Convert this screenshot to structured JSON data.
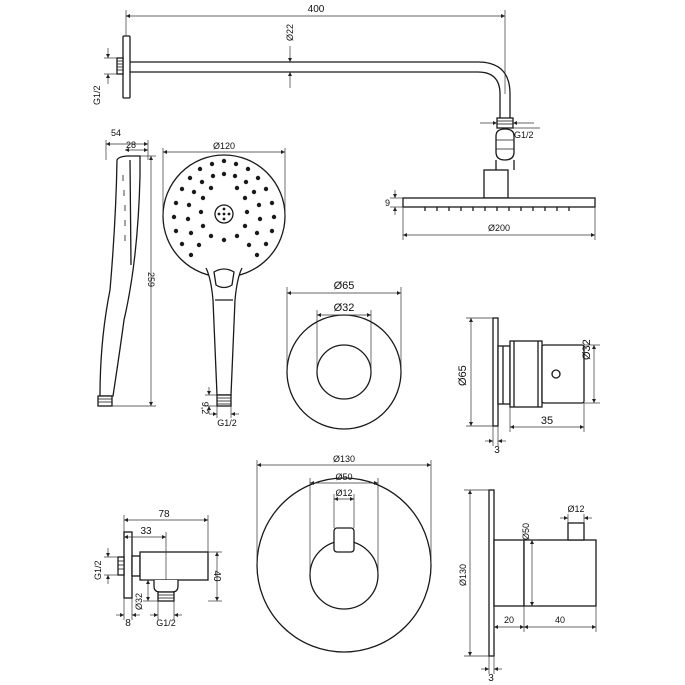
{
  "overhead_shower": {
    "arm_length": "400",
    "arm_diameter": "Ø22",
    "wall_thread": "G1/2",
    "head_thread": "G1/2",
    "head_thickness": "9",
    "head_diameter": "Ø200"
  },
  "hand_shower": {
    "body_depth": "54",
    "handle_depth": "28",
    "length": "259",
    "head_diameter": "Ø120",
    "thread_length": "9,2",
    "thread": "G1/2"
  },
  "escutcheon_small": {
    "outer_diameter": "Ø65",
    "inner_diameter": "Ø32"
  },
  "diverter_side": {
    "plate_diameter": "Ø65",
    "body_diameter": "Ø32",
    "body_length": "35",
    "plate_thickness": "3"
  },
  "wall_outlet": {
    "total_depth": "78",
    "offset": "33",
    "thread_top": "G1/2",
    "height": "40",
    "outlet_diameter": "Ø32",
    "plate_thickness": "8",
    "thread_bottom": "G1/2"
  },
  "mixer_front": {
    "plate_diameter": "Ø130",
    "body_diameter": "Ø50",
    "lever_diameter": "Ø12"
  },
  "mixer_side": {
    "plate_diameter": "Ø130",
    "body_diameter": "Ø50",
    "lever_diameter": "Ø12",
    "spacer_length": "20",
    "body_length": "40",
    "plate_thickness": "3"
  }
}
